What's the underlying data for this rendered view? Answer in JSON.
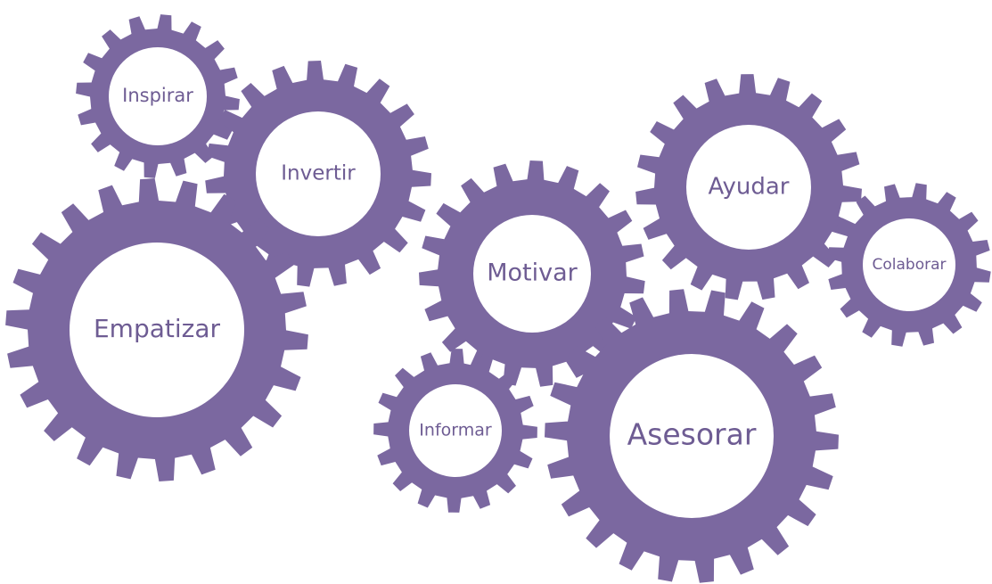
{
  "colors": {
    "gear": "#7b68a0",
    "hub": "#ffffff",
    "text": "#6e5c93",
    "background": "#ffffff"
  },
  "gears": [
    {
      "id": "inspirar",
      "label": "Inspirar"
    },
    {
      "id": "invertir",
      "label": "Invertir"
    },
    {
      "id": "empatizar",
      "label": "Empatizar"
    },
    {
      "id": "motivar",
      "label": "Motivar"
    },
    {
      "id": "informar",
      "label": "Informar"
    },
    {
      "id": "asesorar",
      "label": "Asesorar"
    },
    {
      "id": "ayudar",
      "label": "Ayudar"
    },
    {
      "id": "colaborar",
      "label": "Colaborar"
    }
  ]
}
